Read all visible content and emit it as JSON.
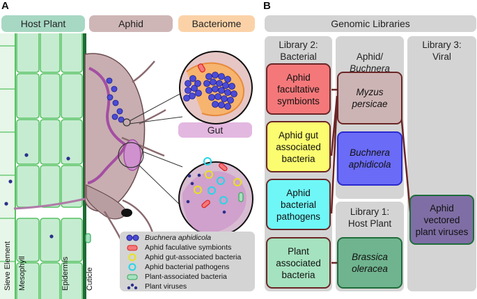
{
  "panel_a": {
    "letter": "A",
    "headers": {
      "host_plant": "Host Plant",
      "aphid": "Aphid",
      "bacteriome": "Bacteriome",
      "gut": "Gut"
    },
    "tissue_labels": {
      "sieve_element": "Sieve Element",
      "mesophyll": "Mesophyll",
      "epidermis": "Epidermis",
      "cuticle": "Cuticle"
    },
    "legend": [
      {
        "label": "Buchnera aphidicola",
        "italic": true,
        "icon": "blue-cells-icon"
      },
      {
        "label": "Aphid faculative symbionts",
        "icon": "red-rod-icon"
      },
      {
        "label": "Aphid gut-associated bacteria",
        "icon": "yellow-ring-icon"
      },
      {
        "label": "Aphid bacterial pathogens",
        "icon": "cyan-ring-icon"
      },
      {
        "label": "Plant-associated bacteria",
        "icon": "green-rod-icon"
      },
      {
        "label": "Plant viruses",
        "icon": "virus-dots-icon"
      }
    ]
  },
  "panel_b": {
    "letter": "B",
    "title": "Genomic Libraries",
    "columns": {
      "library2": "Library 2:\nBacterial",
      "aphid_buchnera": "Aphid/\nBuchnera",
      "library3": "Library 3:\nViral",
      "library1": "Library 1:\nHost Plant"
    },
    "boxes": {
      "aphid_facultative": "Aphid\nfacultative\nsymbionts",
      "gut_bacteria": "Aphid gut\nassociated\nbacteria",
      "bacterial_pathogens": "Aphid\nbacterial\npathogens",
      "plant_bacteria": "Plant\nassociated\nbacteria",
      "myzus": "Myzus\npersicae",
      "buchnera": "Buchnera\naphidicola",
      "brassica": "Brassica\noleracea",
      "viruses": "Aphid\nvectored\nplant viruses"
    },
    "colors": {
      "aphid_facultative": "#f4787a",
      "gut_bacteria": "#fbfc6f",
      "bacterial_pathogens": "#6ff7f8",
      "plant_bacteria": "#a5e2bf",
      "myzus": "#cdb4b4",
      "buchnera": "#6a6bf6",
      "brassica": "#70b48f",
      "viruses": "#7f6ea5",
      "border": "#6b2626"
    }
  }
}
